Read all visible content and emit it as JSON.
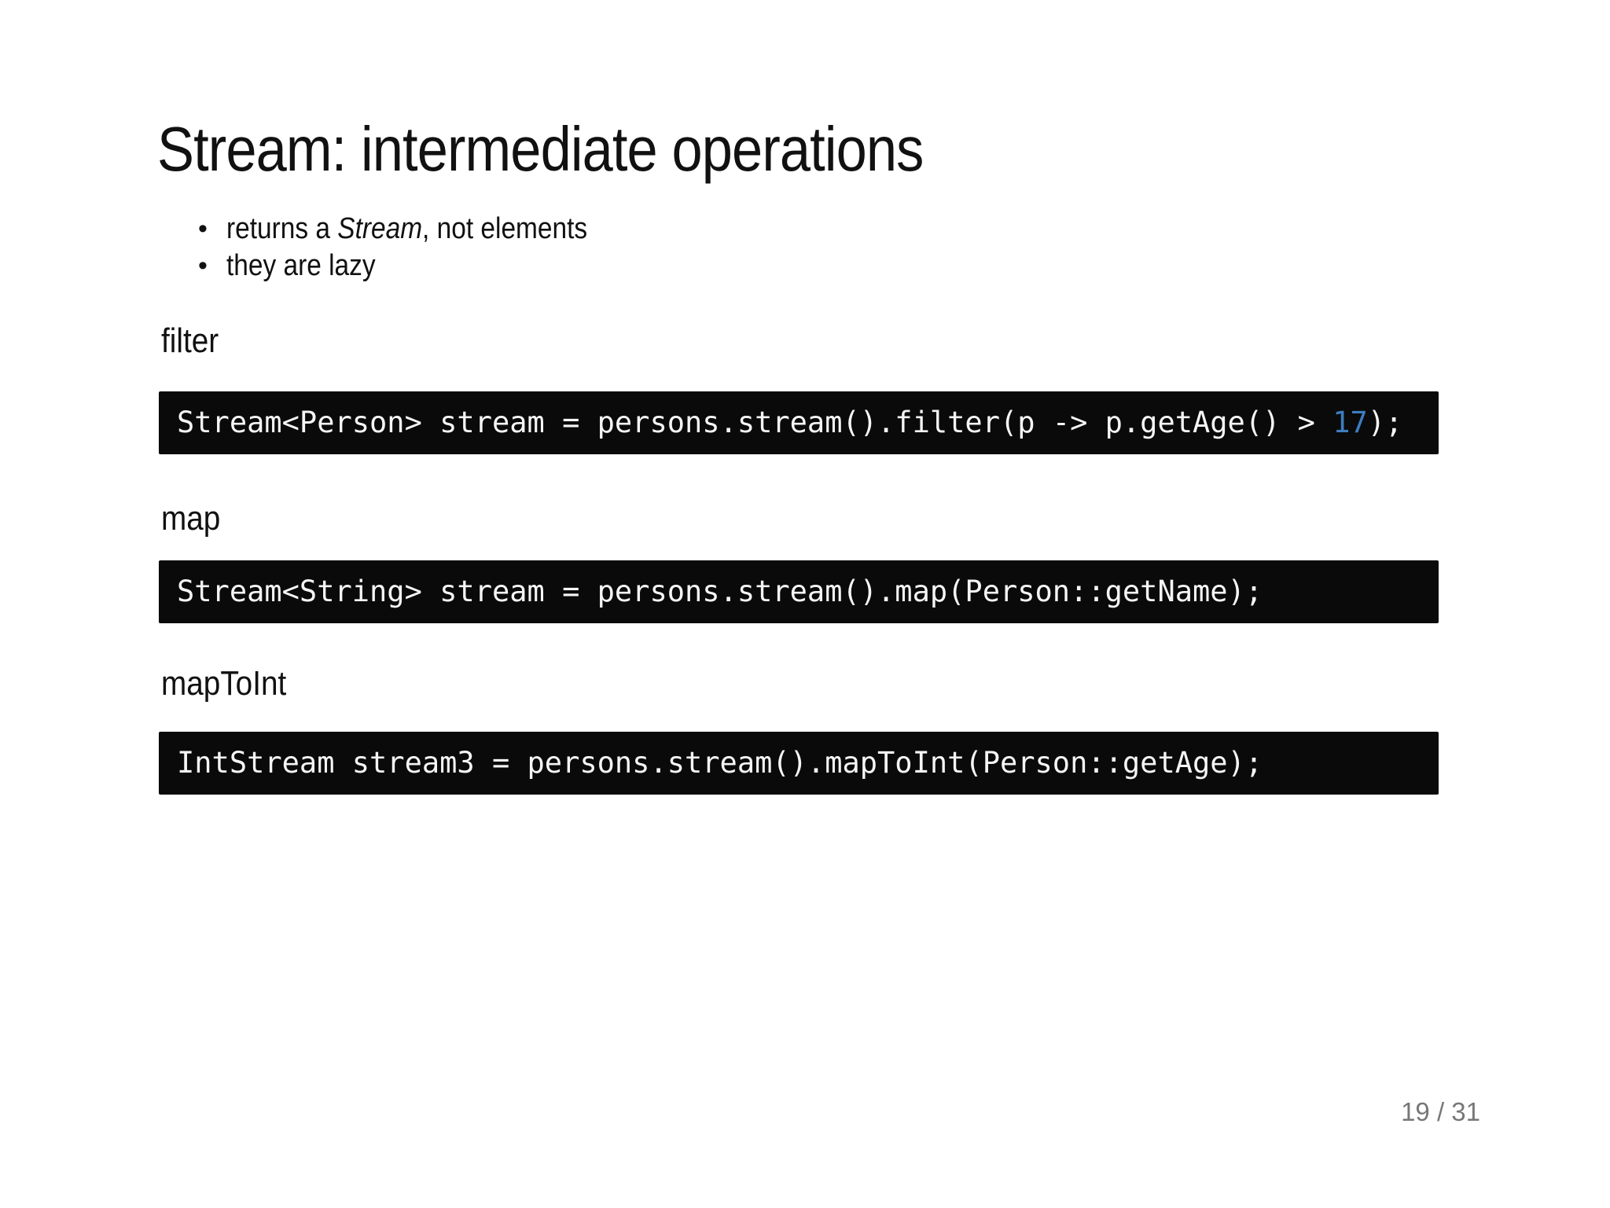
{
  "slide": {
    "title": "Stream: intermediate operations",
    "bullets": [
      {
        "prefix": "returns a ",
        "italic": "Stream",
        "suffix": ", not elements"
      },
      {
        "prefix": "they are lazy",
        "italic": "",
        "suffix": ""
      }
    ],
    "sections": [
      {
        "label": "filter",
        "code_before": "Stream<Person> stream = persons.stream().filter(p -> p.getAge() > ",
        "code_number": "17",
        "code_after": ");"
      },
      {
        "label": "map",
        "code_before": "Stream<String> stream = persons.stream().map(Person::getName);",
        "code_number": "",
        "code_after": ""
      },
      {
        "label": "mapToInt",
        "code_before": "IntStream stream3 = persons.stream().mapToInt(Person::getAge);",
        "code_number": "",
        "code_after": ""
      }
    ],
    "page_number": "19 / 31",
    "colors": {
      "code_background": "#0a0a0a",
      "code_text": "#f5f5f5",
      "code_number_blue": "#3d7dbf",
      "page_number_gray": "#777777",
      "text": "#111111"
    }
  }
}
